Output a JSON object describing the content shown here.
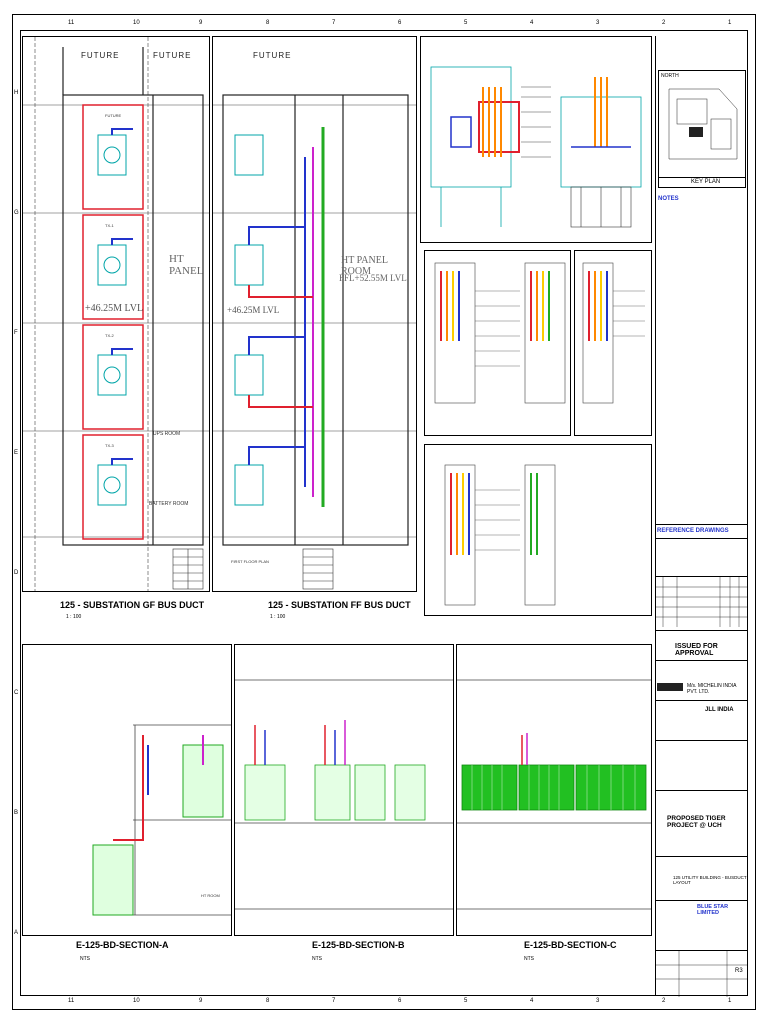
{
  "plans": {
    "gf_title": "125 - SUBSTATION GF BUS DUCT",
    "gf_scale": "1 : 100",
    "ff_title": "125 - SUBSTATION FF BUS DUCT",
    "ff_scale": "1 : 100",
    "future_1": "FUTURE",
    "future_2": "FUTURE",
    "ht_panel": "HT PANEL",
    "ht_panel_room": "HT PANEL ROOM",
    "ffl_gf": "+46.25M LVL",
    "ffl_ff": "FFL+52.55M LVL",
    "ffl_ff2": "+46.25M LVL",
    "battery_room": "BATTERY ROOM",
    "ups_room": "UPS ROOM",
    "first_floor_plan": "FIRST FLOOR PLAN"
  },
  "sections": {
    "a_title": "E-125-BD-SECTION-A",
    "b_title": "E-125-BD-SECTION-B",
    "c_title": "E-125-BD-SECTION-C",
    "nts": "NTS",
    "ht_room": "HT ROOM"
  },
  "titleblock": {
    "north": "NORTH",
    "key_plan": "KEY PLAN",
    "notes": "NOTES",
    "reference_drawings": "REFERENCE DRAWINGS",
    "purpose": "ISSUED FOR APPROVAL",
    "client": "M/s. MICHELIN INDIA PVT. LTD.",
    "pmc": "JLL INDIA",
    "project": "PROPOSED TIGER PROJECT @ UCH",
    "drawing_title": "125 UTILITY BUILDING - BUSDUCT LAYOUT",
    "contractor": "BLUE STAR LIMITED",
    "revision": "R3"
  },
  "grid": {
    "columns": [
      "11",
      "10",
      "9",
      "8",
      "7",
      "6",
      "5",
      "4",
      "3",
      "2",
      "1"
    ],
    "rows": [
      "A",
      "B",
      "C",
      "D",
      "E",
      "F",
      "G",
      "H"
    ]
  }
}
